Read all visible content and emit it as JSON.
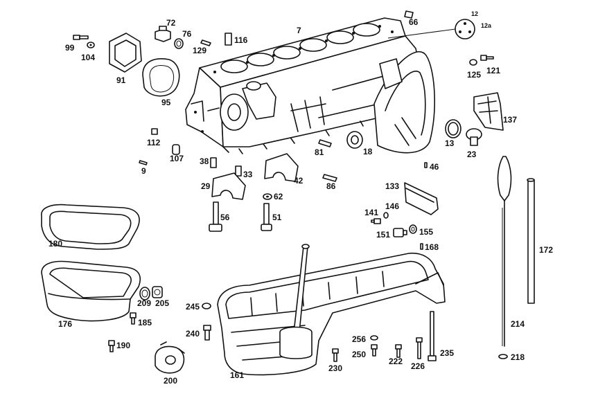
{
  "diagram": {
    "callouts": [
      {
        "id": "c12",
        "text": "12"
      },
      {
        "id": "c12a",
        "text": "12a"
      },
      {
        "id": "c7",
        "text": "7"
      },
      {
        "id": "c66",
        "text": "66"
      },
      {
        "id": "c72",
        "text": "72"
      },
      {
        "id": "c76",
        "text": "76"
      },
      {
        "id": "c116",
        "text": "116"
      },
      {
        "id": "c129",
        "text": "129"
      },
      {
        "id": "c99",
        "text": "99"
      },
      {
        "id": "c104",
        "text": "104"
      },
      {
        "id": "c91",
        "text": "91"
      },
      {
        "id": "c95",
        "text": "95"
      },
      {
        "id": "c125",
        "text": "125"
      },
      {
        "id": "c121",
        "text": "121"
      },
      {
        "id": "c137",
        "text": "137"
      },
      {
        "id": "c13",
        "text": "13"
      },
      {
        "id": "c23",
        "text": "23"
      },
      {
        "id": "c112",
        "text": "112"
      },
      {
        "id": "c107",
        "text": "107"
      },
      {
        "id": "c9",
        "text": "9"
      },
      {
        "id": "c81",
        "text": "81"
      },
      {
        "id": "c18",
        "text": "18"
      },
      {
        "id": "c46",
        "text": "46"
      },
      {
        "id": "c38",
        "text": "38"
      },
      {
        "id": "c33",
        "text": "33"
      },
      {
        "id": "c29",
        "text": "29"
      },
      {
        "id": "c42",
        "text": "42"
      },
      {
        "id": "c86",
        "text": "86"
      },
      {
        "id": "c133",
        "text": "133"
      },
      {
        "id": "c62",
        "text": "62"
      },
      {
        "id": "c141",
        "text": "141"
      },
      {
        "id": "c146",
        "text": "146"
      },
      {
        "id": "c56",
        "text": "56"
      },
      {
        "id": "c51",
        "text": "51"
      },
      {
        "id": "c151",
        "text": "151"
      },
      {
        "id": "c155",
        "text": "155"
      },
      {
        "id": "c180",
        "text": "180"
      },
      {
        "id": "c168",
        "text": "168"
      },
      {
        "id": "c172",
        "text": "172"
      },
      {
        "id": "c209",
        "text": "209"
      },
      {
        "id": "c205",
        "text": "205"
      },
      {
        "id": "c245",
        "text": "245"
      },
      {
        "id": "c176",
        "text": "176"
      },
      {
        "id": "c185",
        "text": "185"
      },
      {
        "id": "c240",
        "text": "240"
      },
      {
        "id": "c214",
        "text": "214"
      },
      {
        "id": "c190",
        "text": "190"
      },
      {
        "id": "c256",
        "text": "256"
      },
      {
        "id": "c250",
        "text": "250"
      },
      {
        "id": "c222",
        "text": "222"
      },
      {
        "id": "c226",
        "text": "226"
      },
      {
        "id": "c235",
        "text": "235"
      },
      {
        "id": "c218",
        "text": "218"
      },
      {
        "id": "c230",
        "text": "230"
      },
      {
        "id": "c200",
        "text": "200"
      },
      {
        "id": "c161",
        "text": "161"
      }
    ]
  }
}
